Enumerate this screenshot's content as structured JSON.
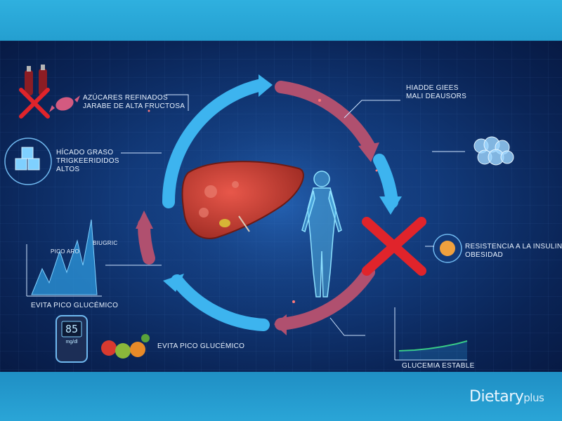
{
  "labels": {
    "sugars": [
      "AZÚCARES REFINADOS",
      "JARABE DE ALTA FRUCTOSA"
    ],
    "fatty_liver": [
      "HÍCADO GRASO",
      "TRIGKEERIDIDOS",
      "ALTOS"
    ],
    "top_right": [
      "HIADDE GIEES",
      "MALI DEAUSORS"
    ],
    "peak_left": "PICO ARO",
    "peak_right": "BIUGRIC",
    "avoid_peak_1": "EVITA PICO GLUCÉMICO",
    "avoid_peak_2": "EVITA PICO GLUCÉMICO",
    "insulin": [
      "RESISTENCIA A LA INSULINA",
      "OBESIDAD"
    ],
    "stable": "GLUCEMIA ESTABLE",
    "meter_value": "85",
    "meter_unit": "mg/dl"
  },
  "brand": {
    "name": "Dietary",
    "suffix": "plus"
  },
  "colors": {
    "cycle_blue": "#3db4ef",
    "cycle_red": "#b0506f",
    "cross": "#e0242b",
    "liver": "#c0392b",
    "frame": "#2aa5d7"
  },
  "icons": [
    "soda-bottles-icon",
    "candy-icon",
    "ice-cubes-icon",
    "liver-icon",
    "human-body-icon",
    "fat-cells-icon",
    "fat-drop-icon",
    "glucose-meter-icon",
    "fruits-icon"
  ]
}
